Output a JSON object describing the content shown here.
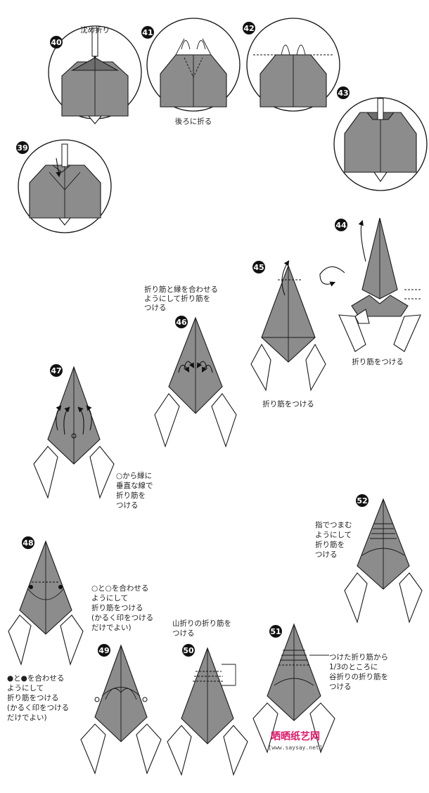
{
  "steps": {
    "s39": "39",
    "s40": "40",
    "s41": "41",
    "s42": "42",
    "s43": "43",
    "s44": "44",
    "s45": "45",
    "s46": "46",
    "s47": "47",
    "s48": "48",
    "s49": "49",
    "s50": "50",
    "s51": "51",
    "s52": "52"
  },
  "captions": {
    "sink_fold": "沈め折り",
    "fold_back": "後ろに折る",
    "crease_44": "折り筋をつける",
    "crease_45": "折り筋をつける",
    "step46": [
      "折り筋と縁を合わせる",
      "ようにして折り筋を",
      "つける"
    ],
    "step47": [
      "○から縁に",
      "垂直な線で",
      "折り筋を",
      "つける"
    ],
    "step52": [
      "指でつまむ",
      "ようにして",
      "折り筋を",
      "つける"
    ],
    "step49": [
      "○と○を合わせる",
      "ようにして",
      "折り筋をつける",
      "(かるく印をつける",
      "だけでよい)"
    ],
    "step50": [
      "山折りの折り筋を",
      "つける"
    ],
    "step48": [
      "●と●を合わせる",
      "ようにして",
      "折り筋をつける",
      "(かるく印をつける",
      "だけでよい)"
    ],
    "step51": [
      "つけた折り筋から",
      "1/3のところに",
      "谷折りの折り筋を",
      "つける"
    ]
  },
  "watermark": {
    "brand": "晒晒纸艺网",
    "url": "[www.saysay.net]"
  },
  "colors": {
    "paper": "#8c8c8c",
    "line": "#1a1a1a",
    "watermark": "#d81c6a"
  }
}
